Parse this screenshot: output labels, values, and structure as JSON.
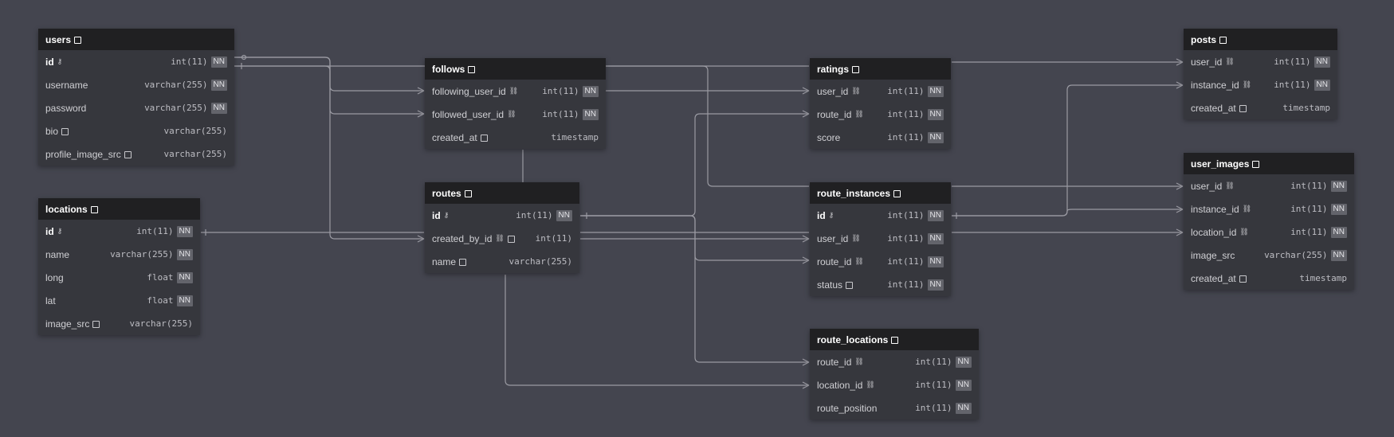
{
  "tables": {
    "users": {
      "name": "users",
      "columns": [
        {
          "name": "id",
          "type": "int(11)",
          "nn": "NN",
          "key": true,
          "pk": true
        },
        {
          "name": "username",
          "type": "varchar(255)",
          "nn": "NN"
        },
        {
          "name": "password",
          "type": "varchar(255)",
          "nn": "NN"
        },
        {
          "name": "bio",
          "type": "varchar(255)",
          "nn": "",
          "note": true
        },
        {
          "name": "profile_image_src",
          "type": "varchar(255)",
          "nn": "",
          "note": true
        }
      ]
    },
    "locations": {
      "name": "locations",
      "columns": [
        {
          "name": "id",
          "type": "int(11)",
          "nn": "NN",
          "key": true,
          "pk": true
        },
        {
          "name": "name",
          "type": "varchar(255)",
          "nn": "NN"
        },
        {
          "name": "long",
          "type": "float",
          "nn": "NN"
        },
        {
          "name": "lat",
          "type": "float",
          "nn": "NN"
        },
        {
          "name": "image_src",
          "type": "varchar(255)",
          "nn": "",
          "note": true
        }
      ]
    },
    "follows": {
      "name": "follows",
      "columns": [
        {
          "name": "following_user_id",
          "type": "int(11)",
          "nn": "NN",
          "link": true
        },
        {
          "name": "followed_user_id",
          "type": "int(11)",
          "nn": "NN",
          "link": true
        },
        {
          "name": "created_at",
          "type": "timestamp",
          "nn": "",
          "note": true
        }
      ]
    },
    "routes": {
      "name": "routes",
      "columns": [
        {
          "name": "id",
          "type": "int(11)",
          "nn": "NN",
          "key": true,
          "pk": true
        },
        {
          "name": "created_by_id",
          "type": "int(11)",
          "nn": "",
          "link": true,
          "note": true
        },
        {
          "name": "name",
          "type": "varchar(255)",
          "nn": "",
          "note": true
        }
      ]
    },
    "ratings": {
      "name": "ratings",
      "columns": [
        {
          "name": "user_id",
          "type": "int(11)",
          "nn": "NN",
          "link": true
        },
        {
          "name": "route_id",
          "type": "int(11)",
          "nn": "NN",
          "link": true
        },
        {
          "name": "score",
          "type": "int(11)",
          "nn": "NN"
        }
      ]
    },
    "route_instances": {
      "name": "route_instances",
      "columns": [
        {
          "name": "id",
          "type": "int(11)",
          "nn": "NN",
          "key": true,
          "pk": true
        },
        {
          "name": "user_id",
          "type": "int(11)",
          "nn": "NN",
          "link": true
        },
        {
          "name": "route_id",
          "type": "int(11)",
          "nn": "NN",
          "link": true
        },
        {
          "name": "status",
          "type": "int(11)",
          "nn": "NN",
          "note": true
        }
      ]
    },
    "route_locations": {
      "name": "route_locations",
      "columns": [
        {
          "name": "route_id",
          "type": "int(11)",
          "nn": "NN",
          "link": true
        },
        {
          "name": "location_id",
          "type": "int(11)",
          "nn": "NN",
          "link": true
        },
        {
          "name": "route_position",
          "type": "int(11)",
          "nn": "NN"
        }
      ]
    },
    "posts": {
      "name": "posts",
      "columns": [
        {
          "name": "user_id",
          "type": "int(11)",
          "nn": "NN",
          "link": true
        },
        {
          "name": "instance_id",
          "type": "int(11)",
          "nn": "NN",
          "link": true
        },
        {
          "name": "created_at",
          "type": "timestamp",
          "nn": "",
          "note": true
        }
      ]
    },
    "user_images": {
      "name": "user_images",
      "columns": [
        {
          "name": "user_id",
          "type": "int(11)",
          "nn": "NN",
          "link": true
        },
        {
          "name": "instance_id",
          "type": "int(11)",
          "nn": "NN",
          "link": true
        },
        {
          "name": "location_id",
          "type": "int(11)",
          "nn": "NN",
          "link": true
        },
        {
          "name": "image_src",
          "type": "varchar(255)",
          "nn": "NN"
        },
        {
          "name": "created_at",
          "type": "timestamp",
          "nn": "",
          "note": true
        }
      ]
    }
  },
  "colors": {
    "canvas": "#44454f",
    "table_body": "#36373d",
    "table_header": "#202022",
    "line": "#9a9aa2"
  }
}
